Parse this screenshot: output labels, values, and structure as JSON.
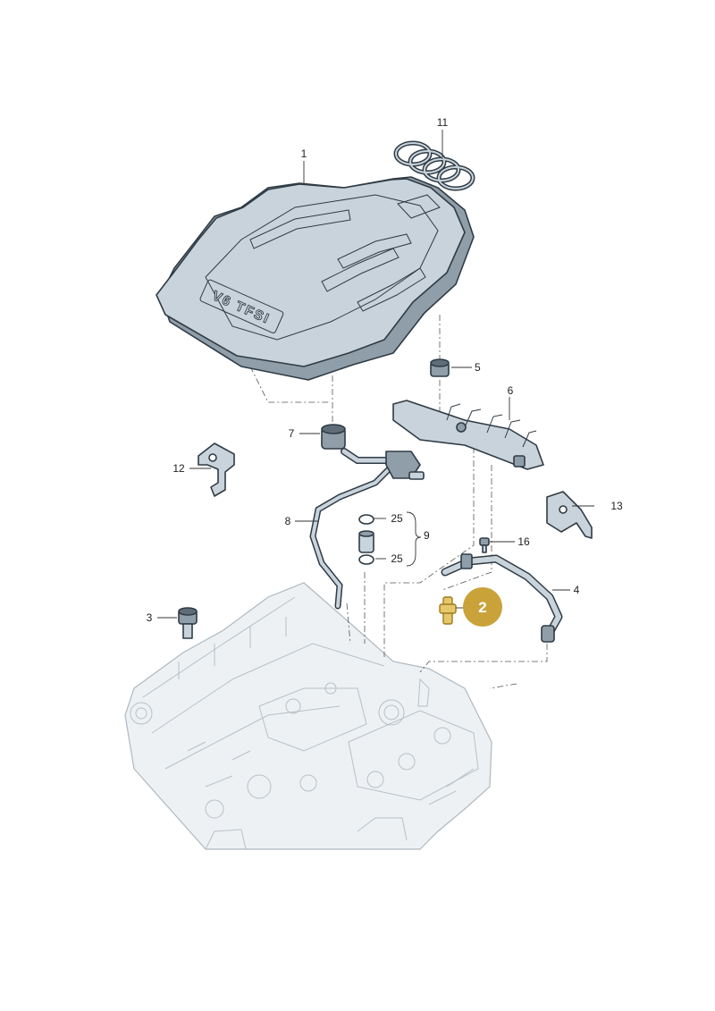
{
  "callouts": {
    "c1": "1",
    "c2": "2",
    "c3": "3",
    "c4": "4",
    "c5": "5",
    "c6": "6",
    "c7": "7",
    "c8": "8",
    "c9": "9",
    "c11": "11",
    "c12": "12",
    "c13": "13",
    "c16": "16",
    "c25a": "25",
    "c25b": "25"
  },
  "cover_lettering": "V6 TFSI",
  "colors": {
    "highlight": "#c9a33a",
    "part_fill": "#c9d3db",
    "part_shade": "#8f9ea9",
    "outline": "#2f3b45",
    "engine_outline": "#aeb8c0"
  }
}
